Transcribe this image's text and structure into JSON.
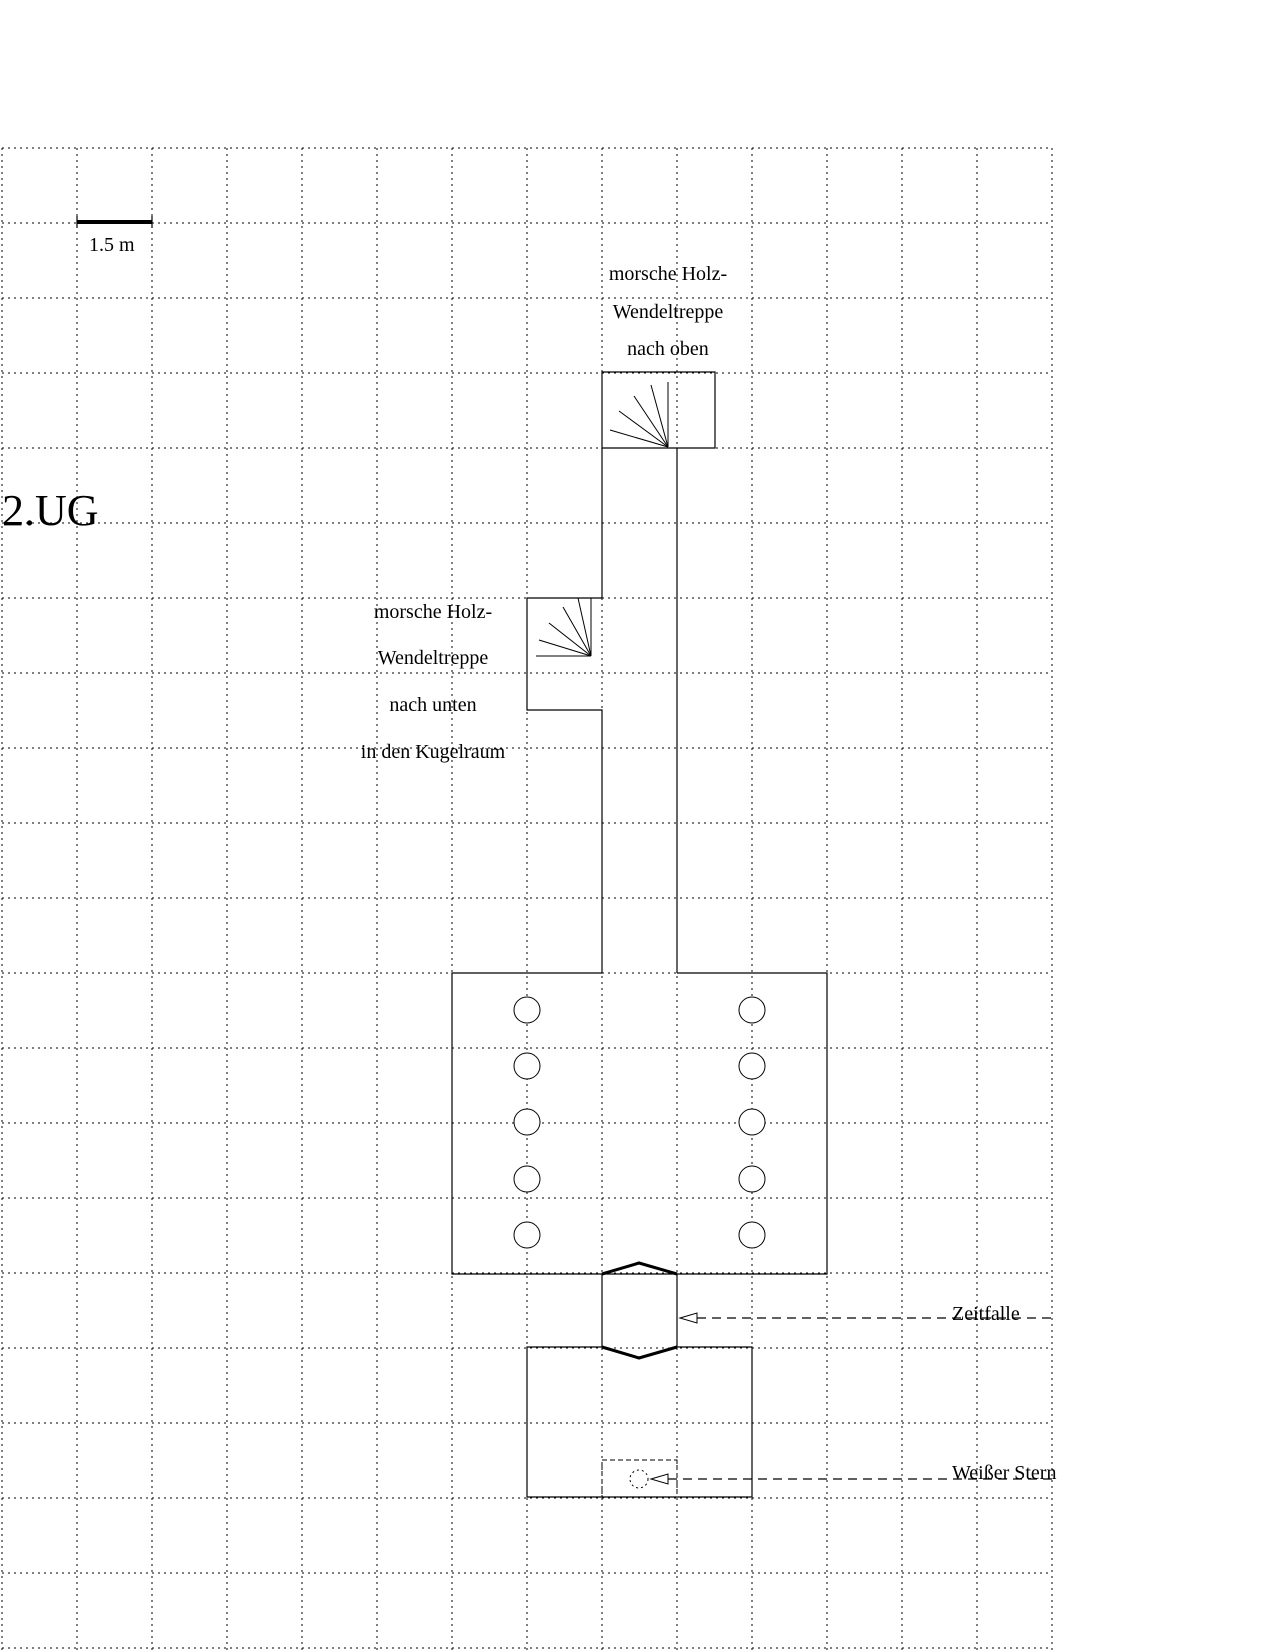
{
  "level_label": "2.UG",
  "scale_label": "1.5 m",
  "stairs_up": {
    "line1": "morsche Holz-",
    "line2": "Wendeltreppe",
    "line3": "nach oben"
  },
  "stairs_down": {
    "line1": "morsche Holz-",
    "line2": "Wendeltreppe",
    "line3": "nach unten",
    "line4": "in den Kugelraum"
  },
  "time_trap_label": "Zeitfalle",
  "white_star_label": "Weißer Stern"
}
